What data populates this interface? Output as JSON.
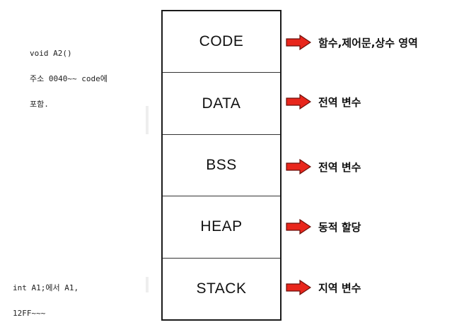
{
  "notes": {
    "top": [
      "void A2()",
      "주소 0040~~ code에",
      "포함."
    ],
    "bottom": [
      "int A1;에서 A1,",
      "12FF~~~"
    ]
  },
  "segments": [
    {
      "label": "CODE",
      "description": "함수,제어문,상수 영역"
    },
    {
      "label": "DATA",
      "description": "전역 변수"
    },
    {
      "label": "BSS",
      "description": "전역 변수"
    },
    {
      "label": "HEAP",
      "description": "동적 할당"
    },
    {
      "label": "STACK",
      "description": "지역 변수"
    }
  ],
  "colors": {
    "arrow_fill": "#e8261c",
    "arrow_stroke": "#6b0f0a",
    "border": "#1a1a1a"
  }
}
